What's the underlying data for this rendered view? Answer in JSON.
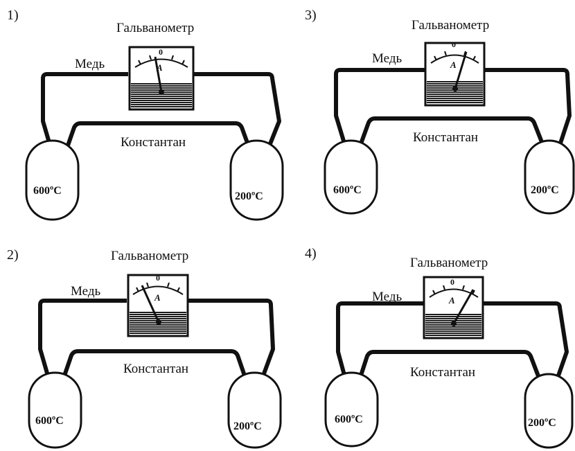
{
  "labels": {
    "galvanometer": "Гальванометр",
    "copper": "Медь",
    "constantan": "Константан",
    "hot_temp": "600ºС",
    "cold_temp": "200ºС",
    "gauge_zero": "0",
    "gauge_unit": "А"
  },
  "panels": [
    {
      "number": "1)",
      "needle": "slightly-left"
    },
    {
      "number": "3)",
      "needle": "slightly-right"
    },
    {
      "number": "2)",
      "needle": "far-left"
    },
    {
      "number": "4)",
      "needle": "far-right"
    }
  ]
}
